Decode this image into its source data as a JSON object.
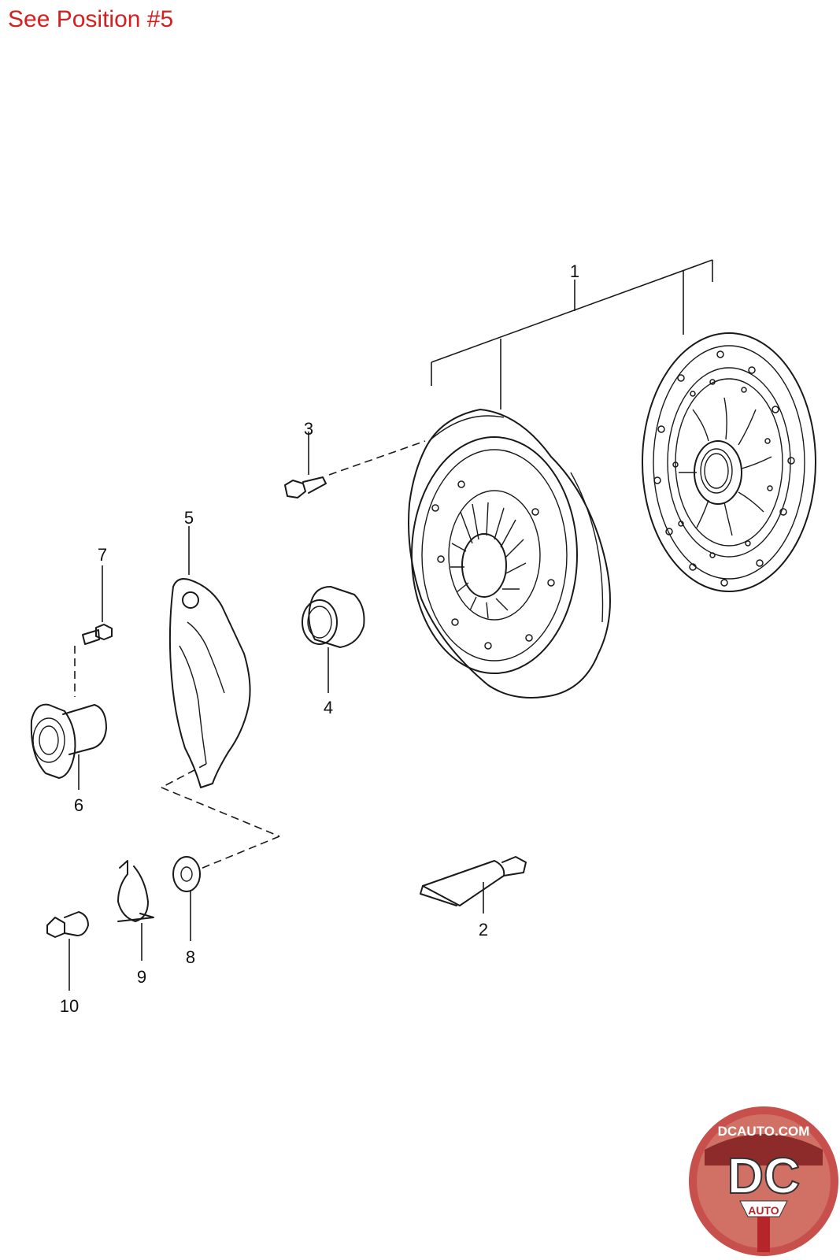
{
  "header": {
    "note": "See Position #5"
  },
  "callouts": [
    {
      "id": "1",
      "label": "1"
    },
    {
      "id": "2",
      "label": "2"
    },
    {
      "id": "3",
      "label": "3"
    },
    {
      "id": "4",
      "label": "4"
    },
    {
      "id": "5",
      "label": "5"
    },
    {
      "id": "6",
      "label": "6"
    },
    {
      "id": "7",
      "label": "7"
    },
    {
      "id": "8",
      "label": "8"
    },
    {
      "id": "9",
      "label": "9"
    },
    {
      "id": "10",
      "label": "10"
    }
  ],
  "logo": {
    "url_text": "DCAUTO.COM",
    "mark": "DC",
    "sub": "AUTO",
    "colors": {
      "primary": "#b5252a",
      "outer": "#c8504c"
    }
  },
  "colors": {
    "note": "#d42020",
    "lines": "#1a1a1a"
  }
}
